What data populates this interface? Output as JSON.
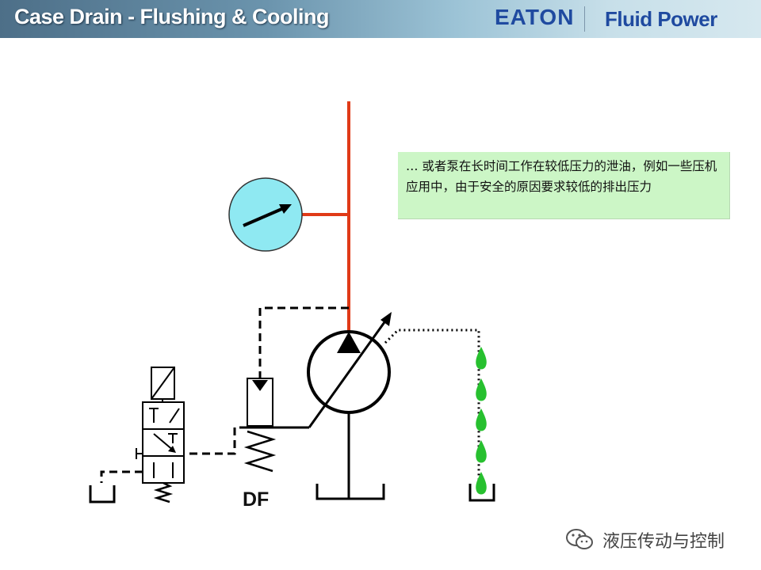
{
  "header": {
    "title": "Case Drain - Flushing & Cooling",
    "brand_name": "EATON",
    "brand_sub": "Fluid Power"
  },
  "note": {
    "text": "… 或者泵在长时间工作在较低压力的泄油，例如一些压机应用中，由于安全的原因要求较低的排出压力"
  },
  "diagram": {
    "df_label": "DF"
  },
  "watermark": {
    "text": "液压传动与控制",
    "icon": "wechat-icon"
  },
  "colors": {
    "pressure_line": "#e03a17",
    "gauge_fill": "#8fe9f2",
    "drip": "#27c02f",
    "note_bg": "#ccf6c6"
  }
}
